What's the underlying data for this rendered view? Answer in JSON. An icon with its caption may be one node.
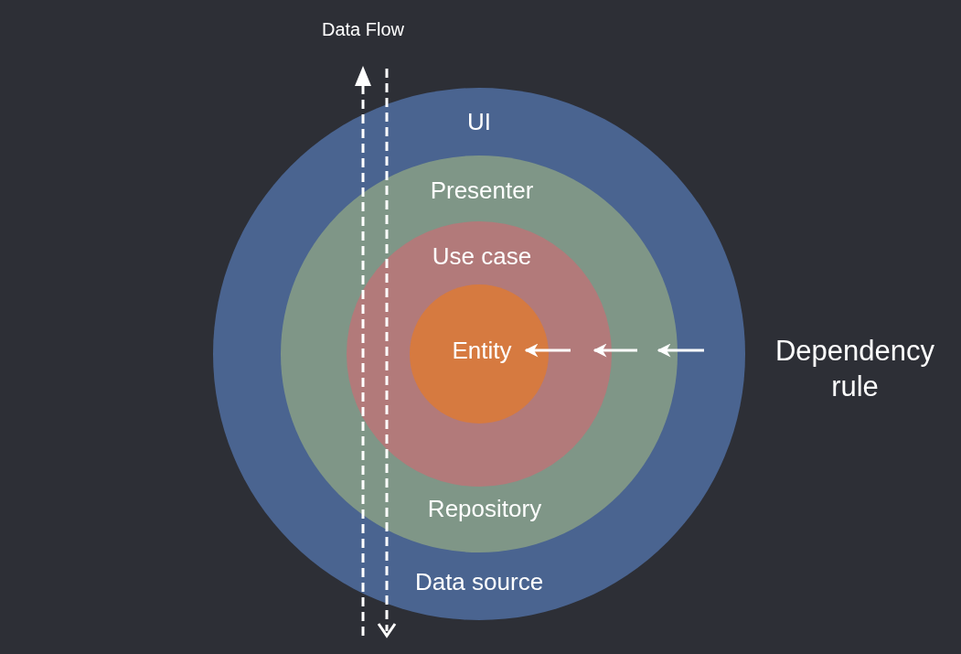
{
  "diagram": {
    "nodes": [
      {
        "text": [
          "UI",
          "Data source"
        ]
      },
      {
        "text": [
          "Presenter",
          "Repository"
        ],
        "in": 0
      },
      {
        "text": [
          "Use case"
        ],
        "in": 1
      },
      {
        "text": [
          "Entity"
        ],
        "in": 2
      }
    ],
    "labels": [
      "Data Flow",
      "Dependency rule"
    ]
  }
}
